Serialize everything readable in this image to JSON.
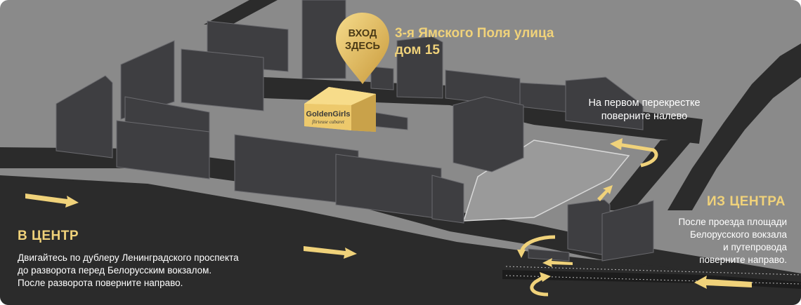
{
  "map": {
    "colors": {
      "ground": "#8a8a8a",
      "road": "#2b2b2b",
      "building": "#3e3e41",
      "accent": "#f0d27a",
      "text": "#ffffff"
    },
    "pin": {
      "line1": "ВХОД",
      "line2": "ЗДЕСЬ",
      "icon": "map-pin-icon"
    },
    "address": {
      "line1": "3-я Ямского Поля улица",
      "line2": "дом 15"
    },
    "venue_logo": {
      "line1": "GoldenGirls",
      "line2": "flirteuse cabaret"
    },
    "turn_note": {
      "line1": "На первом перекрестке",
      "line2": "поверните налево"
    },
    "to_center": {
      "title": "В ЦЕНТР",
      "line1": "Двигайтесь по дублеру Ленинградского проспекта",
      "line2": "до разворота перед Белорусским вокзалом.",
      "line3": "После разворота поверните направо."
    },
    "from_center": {
      "title": "ИЗ ЦЕНТРА",
      "line1": "После проезда площади",
      "line2": "Белорусского вокзала",
      "line3": "и путепровода",
      "line4": "поверните направо."
    }
  }
}
